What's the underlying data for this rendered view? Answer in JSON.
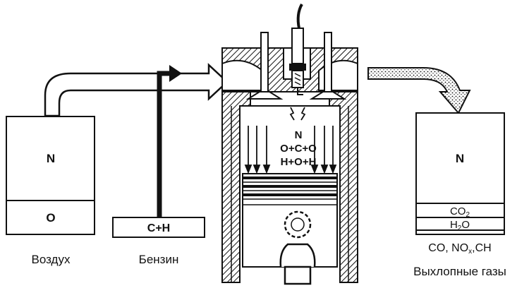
{
  "air": {
    "caption": "Воздух",
    "nitrogen": "N",
    "oxygen": "O"
  },
  "fuel": {
    "caption": "Бензин",
    "formula": "C+H"
  },
  "cylinder": {
    "line1": "N",
    "line2": "O+C+O",
    "line3": "H+O+H"
  },
  "exhaust": {
    "caption": "Выхлопные газы",
    "nitrogen": "N",
    "co2": "CO",
    "co2_sub": "2",
    "h2o_a": "H",
    "h2o_sub": "2",
    "h2o_b": "O",
    "others_a": "CO, NO",
    "others_sub": "x",
    "others_b": ",CH"
  },
  "colors": {
    "ink": "#111111",
    "paper": "#ffffff"
  }
}
